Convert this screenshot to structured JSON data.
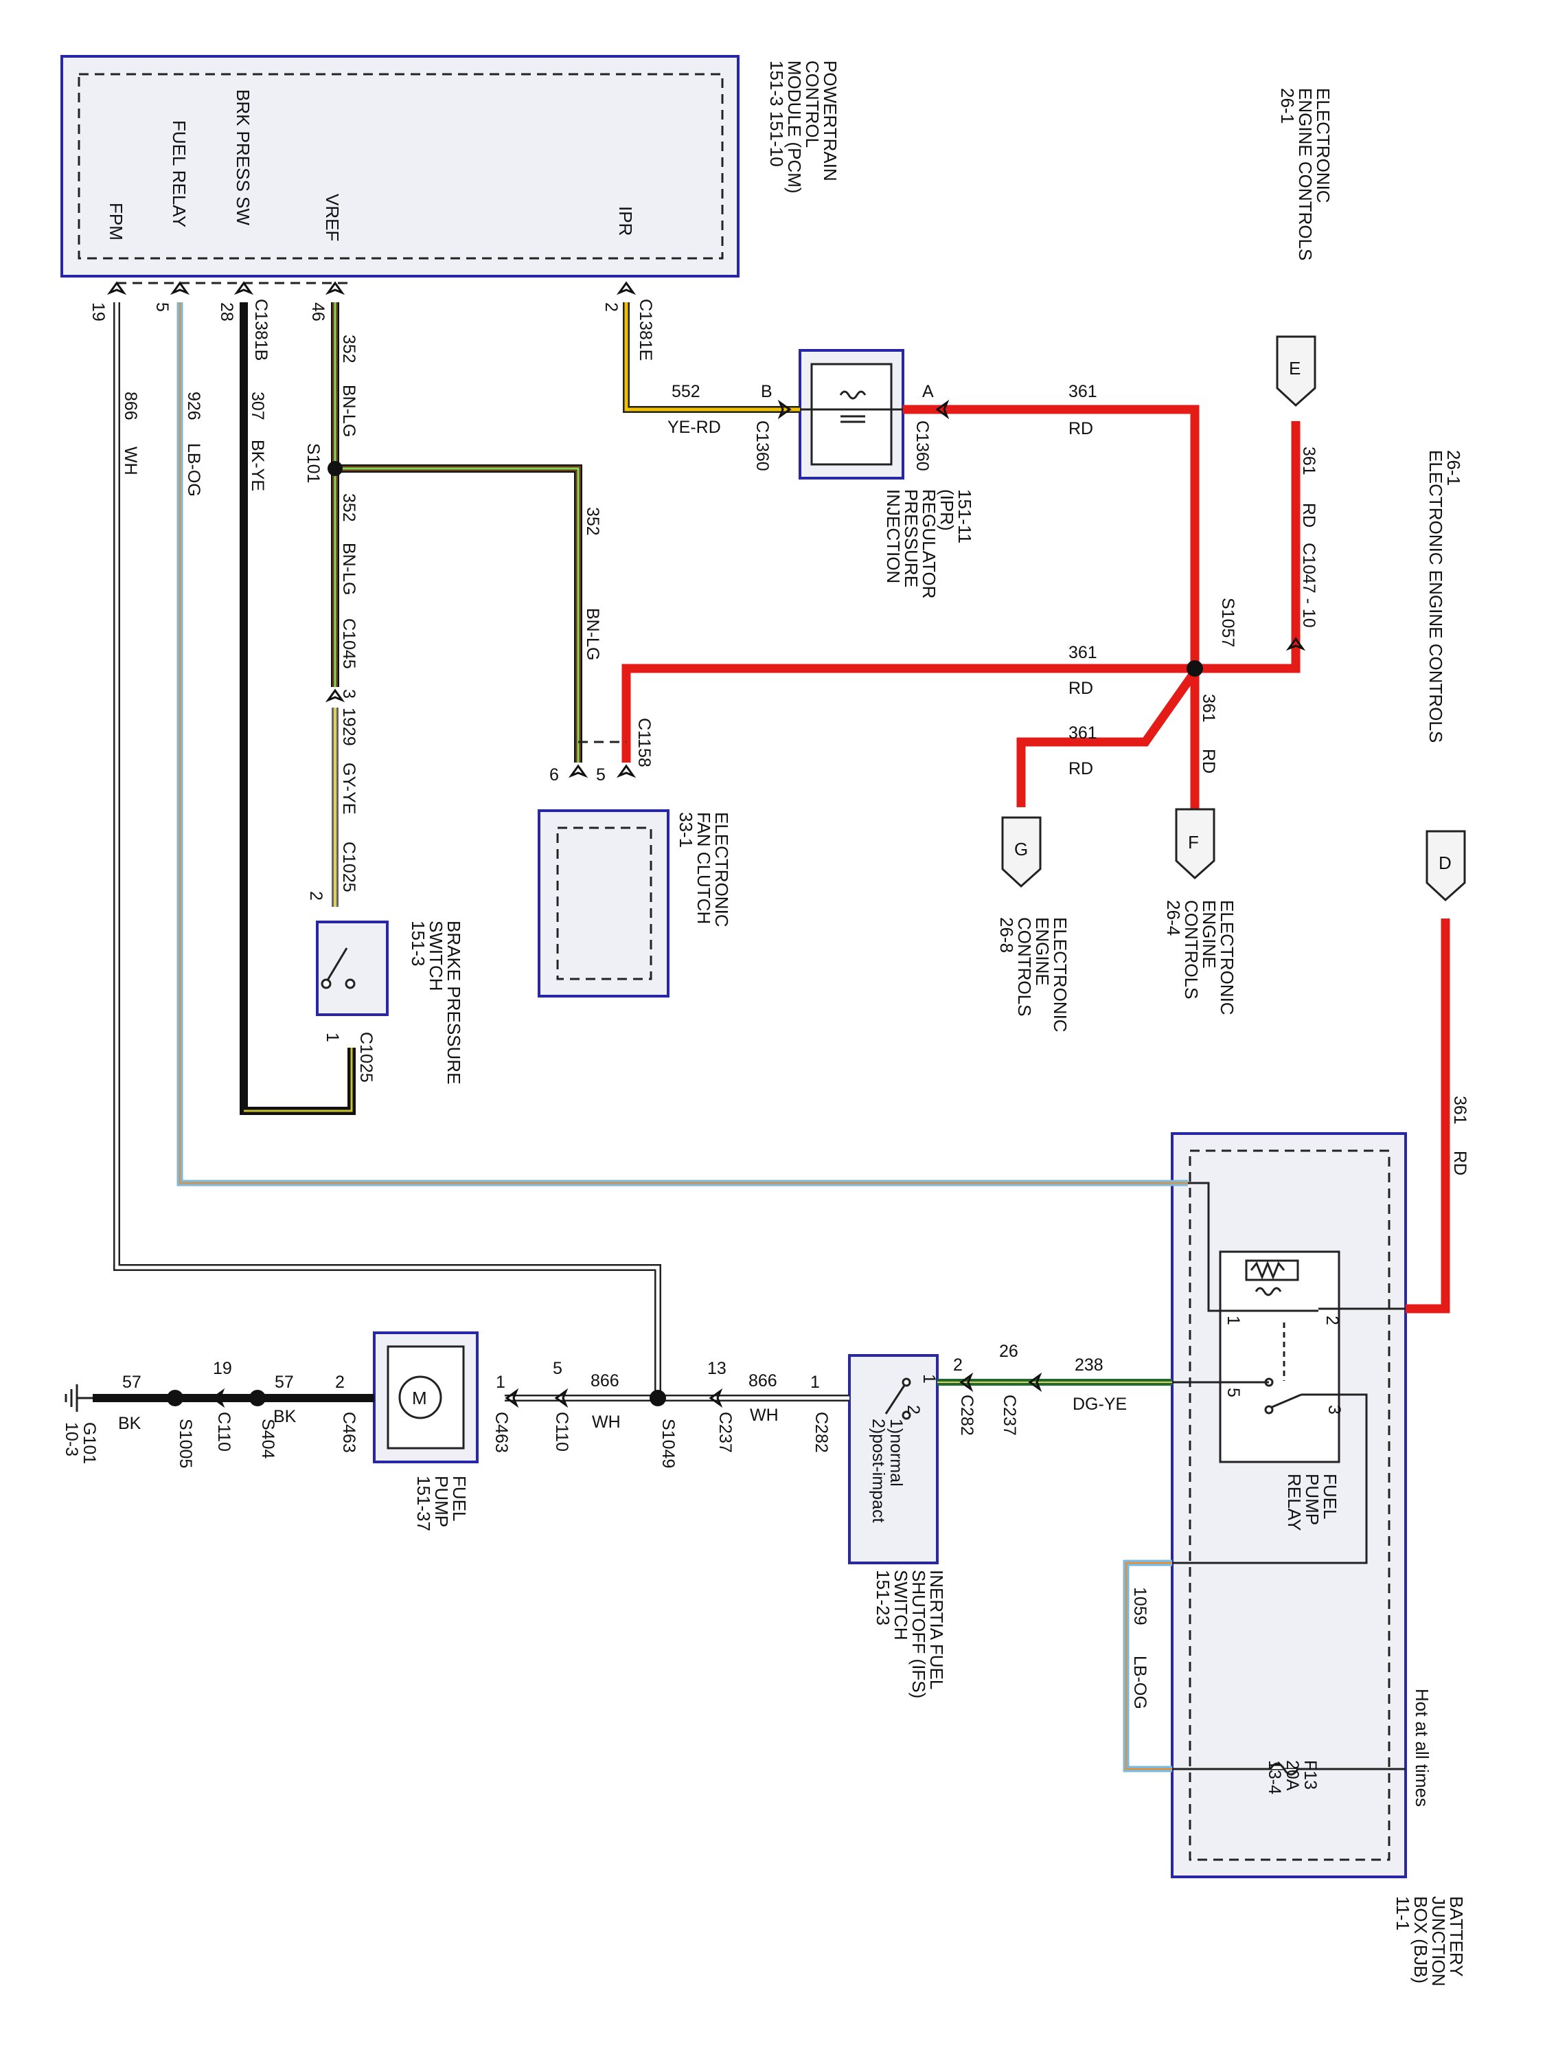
{
  "pcm": {
    "title_lines": [
      "POWERTRAIN",
      "CONTROL",
      "MODULE (PCM)",
      "151-3    151-10"
    ],
    "pins": [
      "IPR",
      "VREF",
      "BRK PRESS SW",
      "FUEL RELAY",
      "FPM"
    ],
    "pin_numbers": [
      "2",
      "46",
      "28",
      "5",
      "19"
    ],
    "connectors": [
      "C1381E",
      "C1381B"
    ]
  },
  "refs": {
    "eec_top": [
      "ELECTRONIC",
      "ENGINE CONTROLS",
      "26-1"
    ],
    "eec_side": [
      "ELECTRONIC ENGINE CONTROLS",
      "26-1"
    ],
    "eec_f": [
      "ELECTRONIC",
      "ENGINE",
      "CONTROLS",
      "26-4"
    ],
    "eec_g": [
      "ELECTRONIC",
      "ENGINE",
      "CONTROLS",
      "26-8"
    ]
  },
  "offpage": {
    "e": "E",
    "d": "D",
    "f": "F",
    "g": "G"
  },
  "wires": {
    "w552": {
      "circuit": "552",
      "color": "YE-RD"
    },
    "w361_ipr": {
      "circuit": "361",
      "color": "RD"
    },
    "w361_e": {
      "circuit": "361",
      "color": "RD",
      "connector": "C1047 - 10"
    },
    "w361_fan": {
      "circuit": "361",
      "color": "RD"
    },
    "w361_g": {
      "circuit": "361",
      "color": "RD"
    },
    "w361_f": {
      "circuit": "361",
      "color": "RD"
    },
    "w361_d": {
      "circuit": "361",
      "color": "RD"
    },
    "w352_a": {
      "circuit": "352",
      "color": "BN-LG"
    },
    "w352_b": {
      "circuit": "352",
      "color": "BN-LG"
    },
    "w352_c": {
      "circuit": "352",
      "color": "BN-LG"
    },
    "w1929": {
      "circuit": "1929",
      "color": "GY-YE"
    },
    "w307": {
      "circuit": "307",
      "color": "BK-YE"
    },
    "w926": {
      "circuit": "926",
      "color": "LB-OG"
    },
    "w866_pcm": {
      "circuit": "866",
      "color": "WH"
    },
    "w866_a": {
      "circuit": "866",
      "color": "WH"
    },
    "w866_b": {
      "circuit": "866",
      "color": "WH"
    },
    "w238": {
      "circuit": "238",
      "color": "DG-YE"
    },
    "w1059": {
      "circuit": "1059",
      "color": "LB-OG"
    },
    "w57_a": {
      "circuit": "57",
      "color": "BK"
    },
    "w57_b": {
      "circuit": "57",
      "color": "BK"
    }
  },
  "splices": {
    "s101": "S101",
    "s1057": "S1057",
    "s1049": "S1049",
    "s1005": "S1005",
    "s404": "S404"
  },
  "connectors": {
    "c1360_b": {
      "name": "C1360",
      "pin": "B"
    },
    "c1360_a": {
      "name": "C1360",
      "pin": "A"
    },
    "c1045": {
      "name": "C1045",
      "pin": "3"
    },
    "c1025_top": {
      "name": "C1025",
      "pin": "2"
    },
    "c1025_bot": {
      "name": "C1025",
      "pin": "1"
    },
    "c1158": {
      "name": "C1158",
      "pin_a": "6",
      "pin_b": "5"
    },
    "c463_a": {
      "name": "C463",
      "pin": "2"
    },
    "c463_b": {
      "name": "C463",
      "pin": "1"
    },
    "c110_a": {
      "name": "C110",
      "pin": "5"
    },
    "c110_b": {
      "name": "C110",
      "pin": "19"
    },
    "c237_a": {
      "name": "C237",
      "pin": "13"
    },
    "c237_b": {
      "name": "C237",
      "pin": "26"
    },
    "c282_a": {
      "name": "C282",
      "pin": "1"
    },
    "c282_b": {
      "name": "C282",
      "pin": "2"
    }
  },
  "components": {
    "ipr": [
      "INJECTION",
      "PRESSURE",
      "REGULATOR",
      "(IPR)",
      "151-11"
    ],
    "fan_clutch": [
      "ELECTRONIC",
      "FAN CLUTCH",
      "33-1"
    ],
    "brake_switch": [
      "BRAKE PRESSURE",
      "SWITCH",
      "151-3"
    ],
    "fuel_pump": [
      "FUEL",
      "PUMP",
      "151-37"
    ],
    "fuel_pump_symbol": "M",
    "ifs": [
      "INERTIA FUEL",
      "SHUTOFF (IFS)",
      "SWITCH",
      "151-23"
    ],
    "ifs_positions": [
      "1)normal",
      "2)post-impact"
    ],
    "ifs_terms": [
      "1",
      "2"
    ],
    "relay": [
      "FUEL",
      "PUMP",
      "RELAY"
    ],
    "relay_terms": [
      "1",
      "2",
      "3",
      "5"
    ],
    "bjb": [
      "BATTERY",
      "JUNCTION",
      "BOX (BJB)",
      "11-1"
    ],
    "bjb_note": "Hot at all times",
    "fuse": [
      "F13",
      "20A",
      "13-4"
    ],
    "ground": [
      "G101",
      "10-3"
    ]
  },
  "colors": {
    "rd": "#e41b17",
    "ye": "#f0c000",
    "bn": "#6b3a1f",
    "lg": "#7ed957",
    "gy": "#9a9a9a",
    "bk": "#111111",
    "lb": "#7fb8d8",
    "og": "#f08a24",
    "dg": "#1f6b2e",
    "wh": "#ffffff"
  }
}
